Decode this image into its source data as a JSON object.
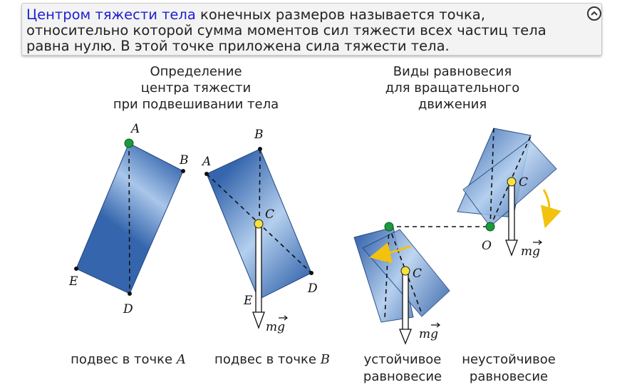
{
  "banner": {
    "term": "Центром тяжести тела",
    "text": " конечных размеров называется точка, относительно которой сумма моментов сил тяжести всех частиц тела равна нулю. В этой точке приложена сила тяжести тела."
  },
  "headings": {
    "left": [
      "Определение",
      "центра тяжести",
      "при подвешивании тела"
    ],
    "right": [
      "Виды равновесия",
      "для вращательного",
      "движения"
    ]
  },
  "labels": {
    "A": "A",
    "B": "B",
    "C": "C",
    "D": "D",
    "E": "E",
    "O": "O",
    "force": "mg"
  },
  "captions": {
    "suspend_a": "подвес в точке ",
    "suspend_a_point": "A",
    "suspend_b": "подвес в точке ",
    "suspend_b_point": "B",
    "stable_1": "устойчивое",
    "stable_2": "равновесие",
    "unstable_1": "неустойчивое",
    "unstable_2": "равновесие"
  },
  "colors": {
    "rect_dark": "#2f5fa6",
    "rect_light": "#b9d3ef",
    "pivot": "#1a9a3a",
    "center": "#f5e23c",
    "rotation_arrow": "#f2c20e",
    "term": "#1f1fd0"
  }
}
